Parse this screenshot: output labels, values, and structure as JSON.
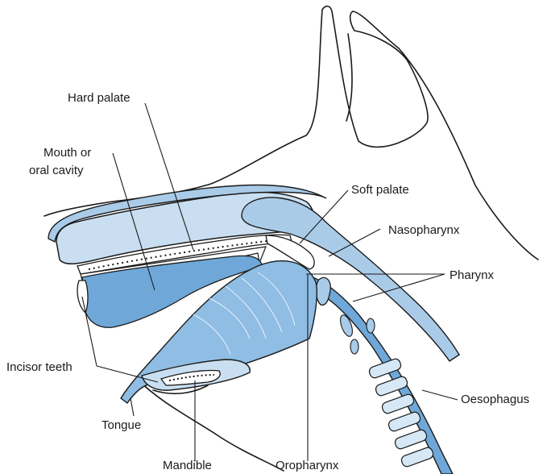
{
  "labels": {
    "hard_palate": "Hard palate",
    "mouth_line1": "Mouth or",
    "mouth_line2": "oral cavity",
    "soft_palate": "Soft palate",
    "nasopharynx": "Nasopharynx",
    "pharynx": "Pharynx",
    "incisor_teeth": "Incisor teeth",
    "oesophagus": "Oesophagus",
    "tongue": "Tongue",
    "mandible": "Mandible",
    "oropharynx": "Oropharynx"
  },
  "colors": {
    "outline": "#1a1a1a",
    "light_blue": "#c9dff1",
    "mid_blue": "#a9cbe8",
    "dark_blue": "#6fa8d8",
    "tongue_blue": "#8fbde3",
    "trachea_ring": "#d6e8f6"
  }
}
